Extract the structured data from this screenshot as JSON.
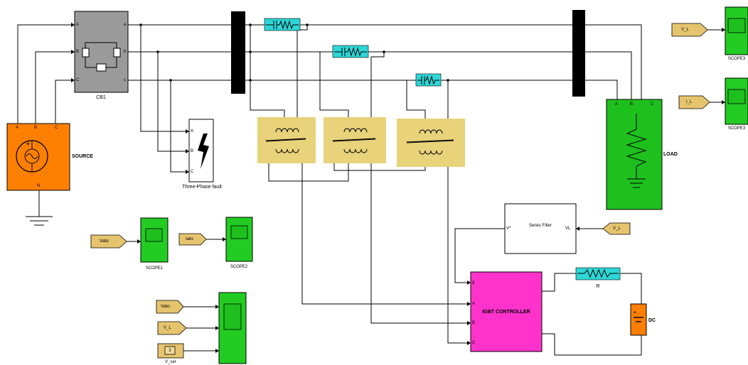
{
  "blocks": {
    "source": {
      "label": "SOURCE",
      "ports": [
        "A",
        "B",
        "C"
      ],
      "ground_port": "N"
    },
    "breaker": {
      "label": "CB1",
      "in_ports": [
        "A",
        "B",
        "C"
      ],
      "out_ports": [
        "a",
        "b",
        "c"
      ]
    },
    "fault": {
      "label": "Three-Phase fault",
      "ports": [
        "A",
        "B",
        "C"
      ]
    },
    "load": {
      "label": "LOAD",
      "ports": [
        "A",
        "B",
        "C"
      ]
    },
    "filter": {
      "label": "Series Filter",
      "in_port": "V*",
      "out_port": "VL"
    },
    "controller": {
      "label": "IGBT CONTROLLER",
      "ports": [
        "g",
        "A",
        "B",
        "C"
      ]
    },
    "resistor": {
      "label": "R"
    },
    "dc": {
      "label": "DC"
    },
    "scopes": [
      {
        "label": "SCOPE1",
        "input": "Vabc"
      },
      {
        "label": "SCOPE2",
        "input": "Iabc"
      },
      {
        "label": "SCOPE3",
        "input": "V_L"
      },
      {
        "label": "SCOPE3",
        "input": "I_L"
      }
    ],
    "multi_scope": {
      "inputs": [
        "Vabc",
        "V_L"
      ],
      "constant_value": "3",
      "constant_label": "V_ser"
    }
  },
  "colors": {
    "source": "#ff8000",
    "breaker": "#9a9a9a",
    "load": "#1ec01e",
    "scope": "#22cc22",
    "transformer": "#e8d27a",
    "capacitor": "#2ed6d6",
    "controller": "#ff33cc",
    "tag": "#e6c46e",
    "dc": "#ff8000",
    "bus": "#000000"
  }
}
